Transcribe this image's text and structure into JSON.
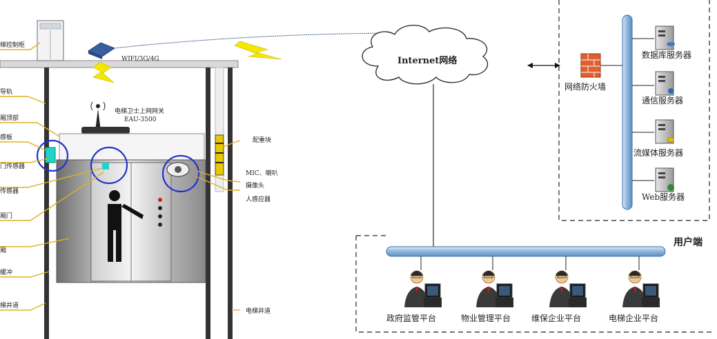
{
  "elevator": {
    "labels": {
      "cabinet": "梯控制柜",
      "rail": "导轨",
      "car_top": "厢顶部",
      "board": "感板",
      "sensor_door": "门传感器",
      "sensor": "传感器",
      "door": "厢门",
      "car": "厢",
      "buffer": "缓冲",
      "shaft_left": "梯井道",
      "counterweight": "配重块",
      "mic_speaker": "MIC、喇叭",
      "camera": "摄像头",
      "human_sensor": "人感应器",
      "shaft_right": "电梯井道"
    },
    "gateway_label": "电梯卫士上网网关",
    "gateway_model": "EAU-3500",
    "wireless_label": "WIFI/3G/4G"
  },
  "network": {
    "internet_label": "Internet网络",
    "firewall_label": "网络防火墙",
    "servers": [
      {
        "label": "数据库服务器",
        "icon": "database-server-icon"
      },
      {
        "label": "通信服务器",
        "icon": "communication-server-icon"
      },
      {
        "label": "流媒体服务器",
        "icon": "streaming-server-icon"
      },
      {
        "label": "Web服务器",
        "icon": "web-server-icon"
      }
    ],
    "user_section_label": "用户端",
    "users": [
      {
        "label": "政府监管平台"
      },
      {
        "label": "物业管理平台"
      },
      {
        "label": "维保企业平台"
      },
      {
        "label": "电梯企业平台"
      }
    ]
  },
  "colors": {
    "bus": "#a8c8e8",
    "bus_stroke": "#3a6ea5",
    "highlight_circle": "#2233cc",
    "lightning": "#f4e800",
    "callout_line": "#e0b020",
    "counterweight": "#e8c800",
    "firewall": "#e06030"
  }
}
